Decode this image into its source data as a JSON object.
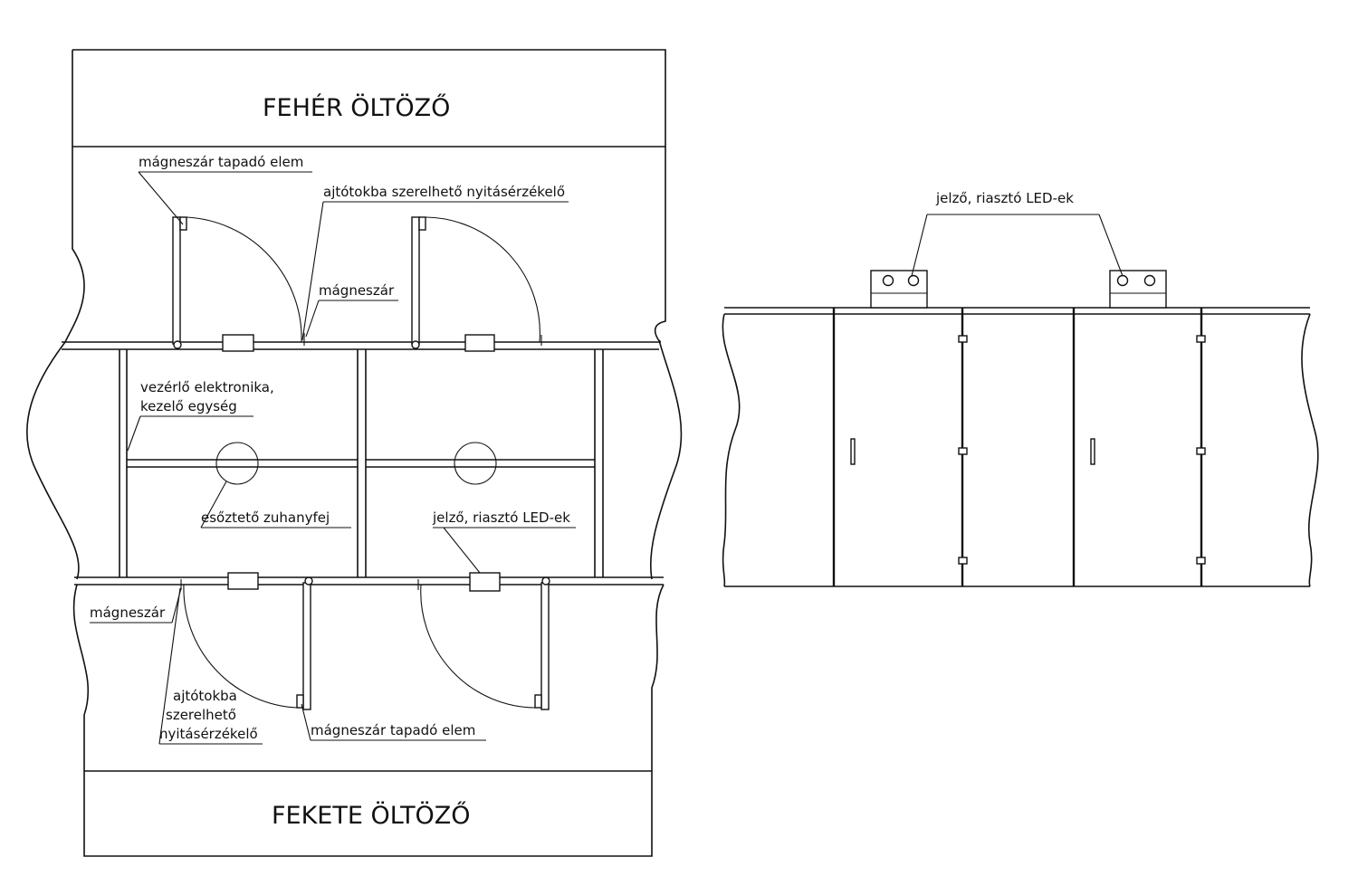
{
  "plan": {
    "title_white_room": "FEHÉR ÖLTÖZŐ",
    "title_black_room": "FEKETE ÖLTÖZŐ",
    "labels": {
      "magnet_plate_top": "mágneszár tapadó elem",
      "door_sensor_top": "ajtótokba szerelhető nyitásérzékelő",
      "magnet_lock_top": "mágneszár",
      "control_unit_line1": "vezérlő elektronika,",
      "control_unit_line2": "kezelő egység",
      "rain_shower": "esőztető zuhanyfej",
      "led_plan": "jelző, riasztó LED-ek",
      "magnet_lock_bottom": "mágneszár",
      "door_sensor_bottom_line1": "ajtótokba",
      "door_sensor_bottom_line2": "szerelhető",
      "door_sensor_bottom_line3": "nyitásérzékelő",
      "magnet_plate_bottom": "mágneszár tapadó elem"
    }
  },
  "elevation": {
    "led_label": "jelző, riasztó LED-ek"
  }
}
